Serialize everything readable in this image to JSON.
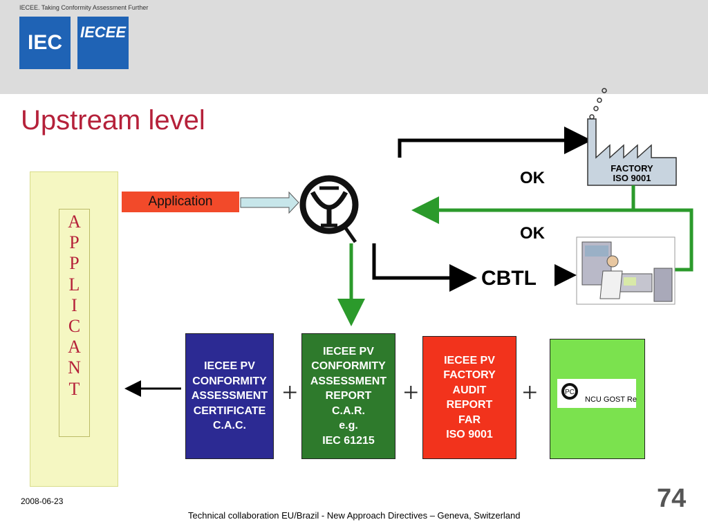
{
  "header": {
    "tagline": "IECEE. Taking Conformity Assessment Further",
    "logo_iec": "IEC",
    "logo_iecee": "IECEE"
  },
  "slide": {
    "title": "Upstream level"
  },
  "applicant": {
    "letters": [
      "A",
      "P",
      "P",
      "L",
      "I",
      "C",
      "A",
      "N",
      "T"
    ]
  },
  "flow": {
    "application": "Application",
    "ok_top": "OK",
    "ok_mid": "OK",
    "cbtl": "CBTL",
    "factory": [
      "FACTORY",
      "ISO 9001"
    ]
  },
  "documents": {
    "certificate": [
      "IECEE PV",
      "CONFORMITY",
      "ASSESSMENT",
      "CERTIFICATE",
      "C.A.C."
    ],
    "report": [
      "IECEE PV",
      "CONFORMITY",
      "ASSESSMENT",
      "REPORT",
      "C.A.R.",
      "e.g.",
      "IEC 61215"
    ],
    "far": [
      "IECEE PV",
      "FACTORY",
      "AUDIT",
      "REPORT",
      "FAR",
      "ISO 9001"
    ],
    "gost_text": "NCU GOST Re",
    "plus": "+"
  },
  "colors": {
    "title": "#b5213a",
    "certificate_box": "#2c2a93",
    "report_box": "#2e7a2c",
    "far_box": "#f2331c",
    "gost_box": "#7be24e",
    "application_box": "#f24a2a",
    "green_arrow": "#2b9a2b",
    "applicant_panel": "#f5f7c2"
  },
  "footer": {
    "date": "2008-06-23",
    "text": "Technical collaboration EU/Brazil - New Approach Directives – Geneva, Switzerland",
    "page": "74"
  }
}
